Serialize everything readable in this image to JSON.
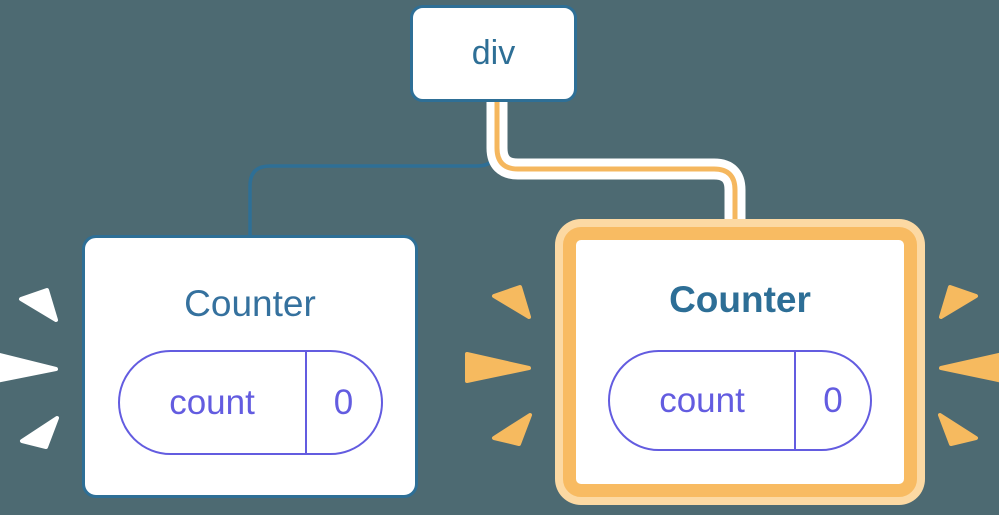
{
  "diagram": {
    "description": "React render tree: a div root with two Counter children; the right Counter is highlighted as newly rendered",
    "root": {
      "label": "div"
    },
    "children": [
      {
        "title": "Counter",
        "highlighted": false,
        "state": {
          "key": "count",
          "value": "0"
        }
      },
      {
        "title": "Counter",
        "highlighted": true,
        "state": {
          "key": "count",
          "value": "0"
        }
      }
    ],
    "colors": {
      "background": "#4d6a72",
      "node_blue": "#2e6f96",
      "title_blue": "#35719e",
      "state_purple": "#635ce0",
      "highlight_border_orange": "#f8bb62",
      "highlight_halo_orange": "#fcd9a3",
      "connector_orange": "#f5b75e",
      "connector_casing": "#ffffff",
      "burst_white": "#ffffff",
      "burst_orange": "#f6ba5f"
    }
  }
}
